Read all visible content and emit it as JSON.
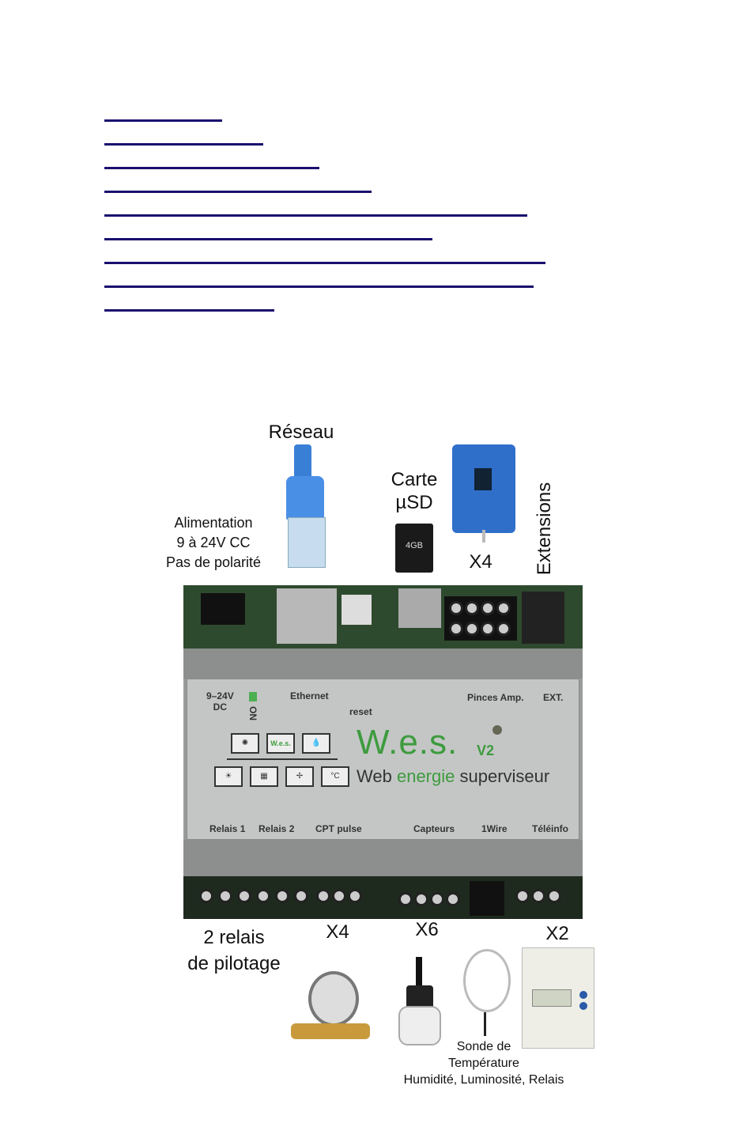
{
  "links_count": 9,
  "figure": {
    "reseau": "Réseau",
    "carte_sd": [
      "Carte",
      "µSD"
    ],
    "alimentation": [
      "Alimentation",
      "9 à 24V CC",
      "Pas de polarité"
    ],
    "x4_top": "X4",
    "extensions": "Extensions",
    "relais": [
      "2 relais",
      "de pilotage"
    ],
    "x4_bottom": "X4",
    "x6": "X6",
    "x2": "X2",
    "sonde": [
      "Sonde de",
      "Température",
      "Humidité, Luminosité, Relais"
    ],
    "sd_card_text": "4GB"
  },
  "device": {
    "power": [
      "9–24V",
      "DC"
    ],
    "on": "ON",
    "ethernet": "Ethernet",
    "reset": "reset",
    "pinces": "Pinces Amp.",
    "ext": "EXT.",
    "logo": "W.e.s.",
    "version": "V2",
    "tagline": [
      "Web",
      "energie",
      "superviseur"
    ],
    "wes_icon": "W.e.s.",
    "celsius": "°C",
    "bottom_labels": [
      "Relais 1",
      "Relais 2",
      "CPT pulse",
      "Capteurs",
      "1Wire",
      "Téléinfo"
    ]
  },
  "colors": {
    "link": "#1a0f6e",
    "brand_green": "#3d9b3d",
    "cable_blue": "#3a7fd6"
  }
}
